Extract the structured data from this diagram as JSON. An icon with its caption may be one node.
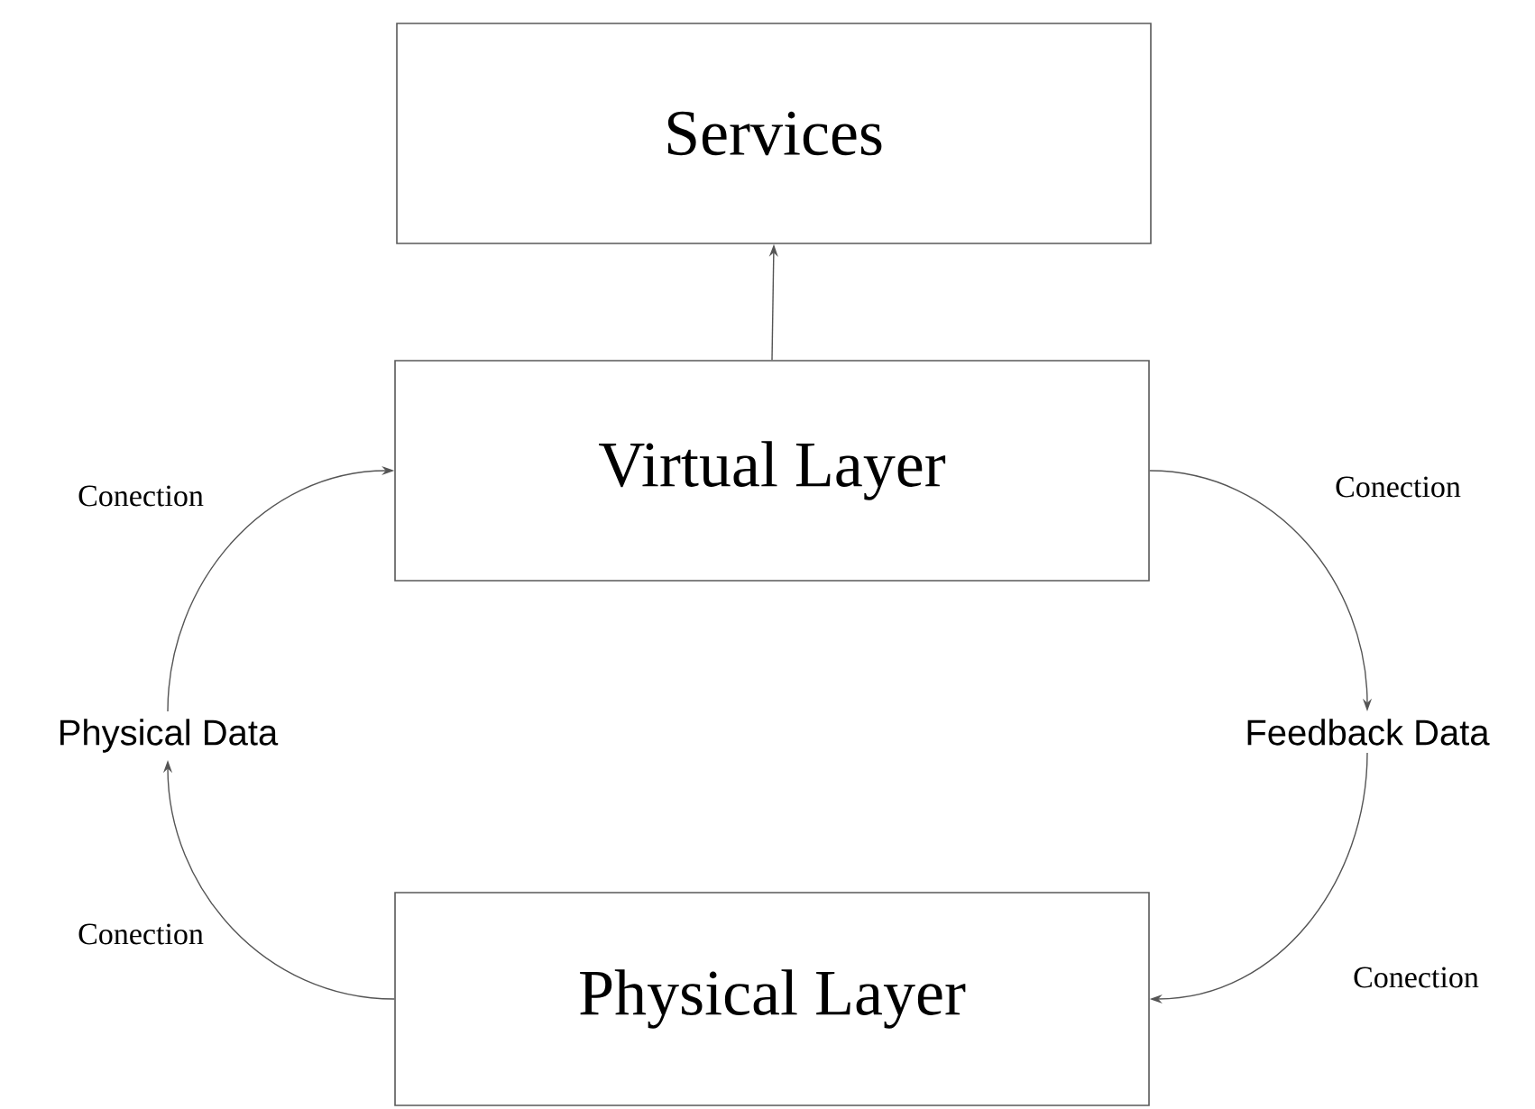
{
  "diagram": {
    "nodes": [
      {
        "text": [
          "Services"
        ]
      },
      {
        "text": [
          "Virtual Layer"
        ]
      },
      {
        "text": [
          "Physical Layer"
        ]
      },
      {
        "text": [
          "Physical Data"
        ]
      },
      {
        "text": [
          "Feedback Data"
        ]
      }
    ],
    "edges": [
      {
        "from": 1,
        "to": 0,
        "arrow": "to"
      },
      {
        "from": 2,
        "to": 3,
        "arrow": "to",
        "label": "Conection"
      },
      {
        "from": 3,
        "to": 1,
        "arrow": "to",
        "label": "Conection"
      },
      {
        "from": 1,
        "to": 4,
        "arrow": "to",
        "label": "Conection"
      },
      {
        "from": 4,
        "to": 2,
        "arrow": "to",
        "label": "Conection"
      }
    ]
  }
}
